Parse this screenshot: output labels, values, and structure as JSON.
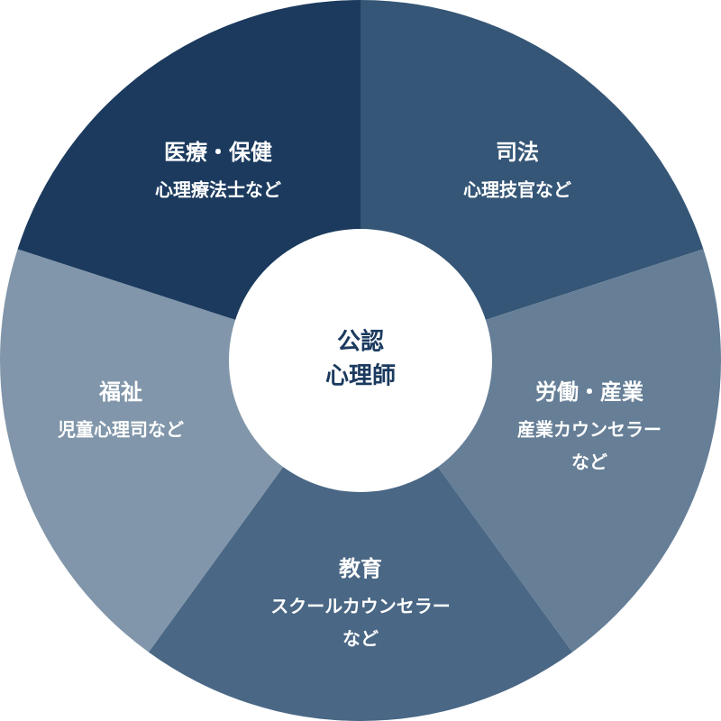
{
  "center": {
    "lines": [
      "公認",
      "心理師"
    ],
    "color": "#ffffff",
    "text_color": "#1b3a5e"
  },
  "segments": [
    {
      "id": "judicial",
      "title": "司法",
      "sub": [
        "心理技官など"
      ],
      "color": "#355676"
    },
    {
      "id": "labor",
      "title": "労働・産業",
      "sub": [
        "産業カウンセラー",
        "など"
      ],
      "color": "#667f97"
    },
    {
      "id": "education",
      "title": "教育",
      "sub": [
        "スクールカウンセラー",
        "など"
      ],
      "color": "#4a6785"
    },
    {
      "id": "welfare",
      "title": "福祉",
      "sub": [
        "児童心理司など"
      ],
      "color": "#8196aa"
    },
    {
      "id": "medical",
      "title": "医療・保健",
      "sub": [
        "心理療法士など"
      ],
      "color": "#1b3a5e"
    }
  ]
}
